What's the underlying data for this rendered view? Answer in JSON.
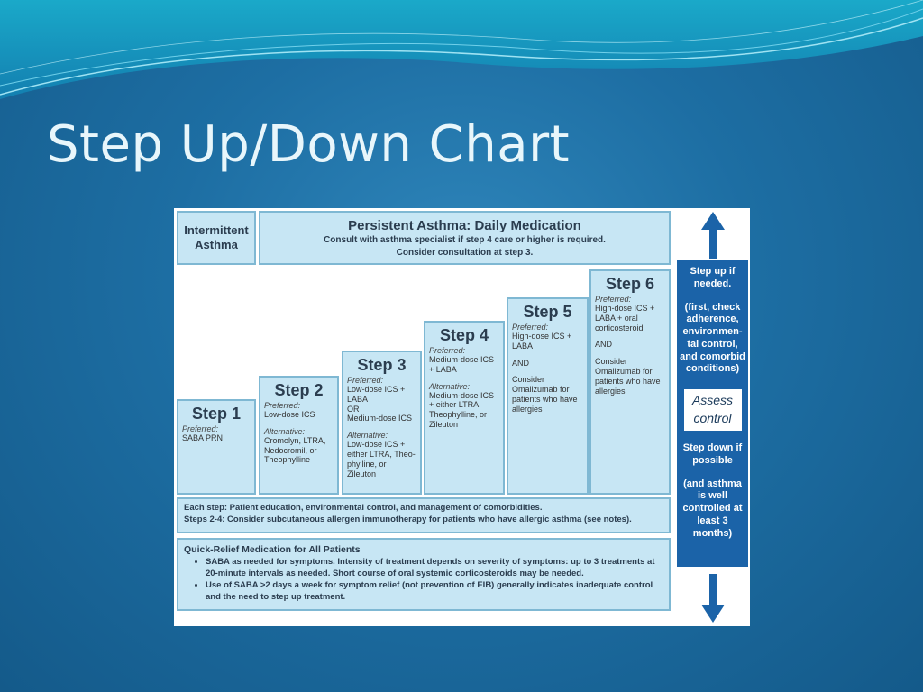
{
  "slide": {
    "title": "Step Up/Down Chart"
  },
  "diagram": {
    "intermittent": "Intermittent Asthma",
    "persistent": {
      "title": "Persistent Asthma: Daily Medication",
      "line1": "Consult with asthma specialist if step 4 care or higher is required.",
      "line2": "Consider consultation at step 3."
    },
    "steps": [
      {
        "name": "Step 1",
        "preferred_label": "Preferred:",
        "preferred": "SABA PRN"
      },
      {
        "name": "Step 2",
        "preferred_label": "Preferred:",
        "preferred": "Low-dose ICS",
        "alt_label": "Alternative:",
        "alternative": "Cromolyn, LTRA, Nedocromil, or Theophylline"
      },
      {
        "name": "Step 3",
        "preferred_label": "Preferred:",
        "preferred": "Low-dose ICS + LABA",
        "or": "OR",
        "preferred2": "Medium-dose ICS",
        "alt_label": "Alternative:",
        "alternative": "Low-dose ICS + either LTRA, Theo-phylline, or Zileuton"
      },
      {
        "name": "Step 4",
        "preferred_label": "Preferred:",
        "preferred": "Medium-dose ICS + LABA",
        "alt_label": "Alternative:",
        "alternative": "Medium-dose ICS + either LTRA, Theophylline, or Zileuton"
      },
      {
        "name": "Step 5",
        "preferred_label": "Preferred:",
        "preferred": "High-dose ICS + LABA",
        "and": "AND",
        "consider": "Consider Omalizumab for patients who have allergies"
      },
      {
        "name": "Step 6",
        "preferred_label": "Preferred:",
        "preferred": "High-dose ICS + LABA + oral corticosteroid",
        "and": "AND",
        "consider": "Consider Omalizumab for patients who have allergies"
      }
    ],
    "each_step": {
      "line1": "Each step: Patient education, environmental control, and management of comorbidities.",
      "line2": "Steps 2-4: Consider subcutaneous allergen immunotherapy for patients who have allergic asthma (see notes)."
    },
    "quick_relief": {
      "title": "Quick-Relief Medication for All Patients",
      "bullets": [
        "SABA as needed for symptoms. Intensity of treatment depends on severity of symptoms: up to 3 treatments at 20-minute intervals as needed. Short course of oral systemic corticosteroids may be needed.",
        "Use of SABA >2 days a week for symptom relief (not prevention of EIB) generally indicates inadequate control and the need to step up treatment."
      ]
    },
    "side": {
      "step_up": "Step up if needed.",
      "step_up_note": "(first, check adherence, environmen-tal control, and comorbid conditions)",
      "assess": "Assess control",
      "step_down": "Step down if possible",
      "step_down_note": "(and asthma is well controlled at least 3 months)"
    },
    "colors": {
      "box_fill": "#c7e6f4",
      "box_border": "#7fb8d3",
      "side_fill": "#1b63a8",
      "arrow": "#1b63a8"
    }
  }
}
